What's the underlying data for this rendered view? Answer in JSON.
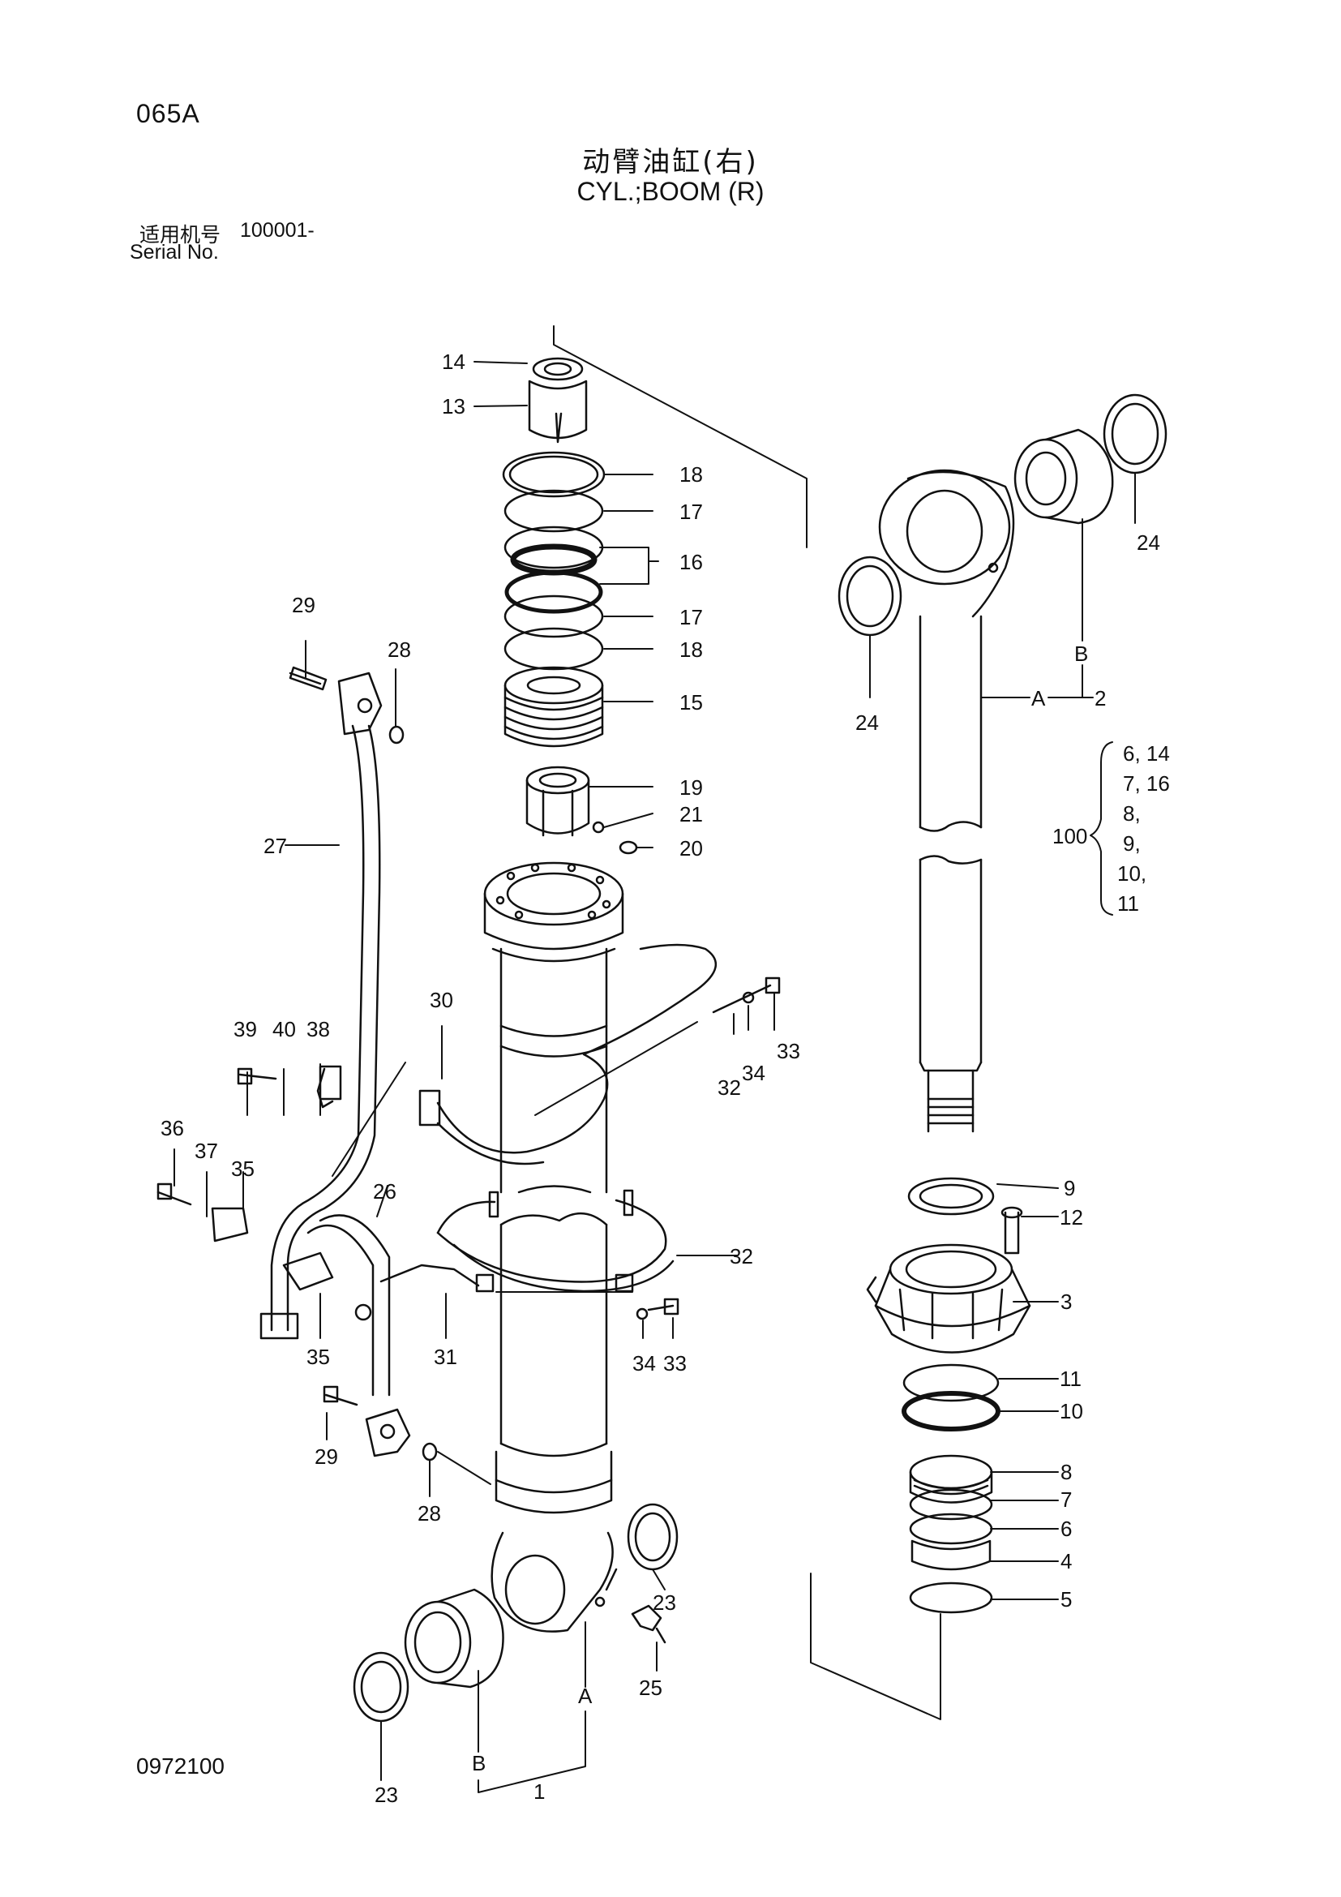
{
  "header": {
    "page_code": "065A",
    "title_cn": "动臂油缸(右)",
    "title_en": "CYL.;BOOM (R)",
    "serial_label_cn": "适用机号",
    "serial_number": "100001-",
    "serial_label_en": "Serial No."
  },
  "footer": {
    "drawing_number": "0972100"
  },
  "callouts": [
    {
      "id": "c14",
      "text": "14"
    },
    {
      "id": "c13",
      "text": "13"
    },
    {
      "id": "c18a",
      "text": "18"
    },
    {
      "id": "c17a",
      "text": "17"
    },
    {
      "id": "c16",
      "text": "16"
    },
    {
      "id": "c17b",
      "text": "17"
    },
    {
      "id": "c18b",
      "text": "18"
    },
    {
      "id": "c15",
      "text": "15"
    },
    {
      "id": "c19",
      "text": "19"
    },
    {
      "id": "c21",
      "text": "21"
    },
    {
      "id": "c20",
      "text": "20"
    },
    {
      "id": "c29a",
      "text": "29"
    },
    {
      "id": "c28a",
      "text": "28"
    },
    {
      "id": "c27",
      "text": "27"
    },
    {
      "id": "c30",
      "text": "30"
    },
    {
      "id": "c39",
      "text": "39"
    },
    {
      "id": "c40",
      "text": "40"
    },
    {
      "id": "c38",
      "text": "38"
    },
    {
      "id": "c33a",
      "text": "33"
    },
    {
      "id": "c34a",
      "text": "34"
    },
    {
      "id": "c32a",
      "text": "32"
    },
    {
      "id": "c36",
      "text": "36"
    },
    {
      "id": "c37",
      "text": "37"
    },
    {
      "id": "c35a",
      "text": "35"
    },
    {
      "id": "c26",
      "text": "26"
    },
    {
      "id": "c32b",
      "text": "32"
    },
    {
      "id": "c35b",
      "text": "35"
    },
    {
      "id": "c31",
      "text": "31"
    },
    {
      "id": "c34b",
      "text": "34"
    },
    {
      "id": "c33b",
      "text": "33"
    },
    {
      "id": "c29b",
      "text": "29"
    },
    {
      "id": "c28b",
      "text": "28"
    },
    {
      "id": "c23a",
      "text": "23"
    },
    {
      "id": "c25",
      "text": "25"
    },
    {
      "id": "cA1",
      "text": "A"
    },
    {
      "id": "cB1",
      "text": "B"
    },
    {
      "id": "c1",
      "text": "1"
    },
    {
      "id": "c23b",
      "text": "23"
    },
    {
      "id": "c24a",
      "text": "24"
    },
    {
      "id": "c24b",
      "text": "24"
    },
    {
      "id": "cB2",
      "text": "B"
    },
    {
      "id": "cA2",
      "text": "A"
    },
    {
      "id": "c2",
      "text": "2"
    },
    {
      "id": "c9",
      "text": "9"
    },
    {
      "id": "c12",
      "text": "12"
    },
    {
      "id": "c3",
      "text": "3"
    },
    {
      "id": "c11",
      "text": "11"
    },
    {
      "id": "c10",
      "text": "10"
    },
    {
      "id": "c8",
      "text": "8"
    },
    {
      "id": "c7",
      "text": "7"
    },
    {
      "id": "c6",
      "text": "6"
    },
    {
      "id": "c4",
      "text": "4"
    },
    {
      "id": "c5",
      "text": "5"
    }
  ],
  "kit": {
    "number": "100",
    "lines": [
      "6, 14",
      "7, 16",
      "8,",
      "9,",
      "10,",
      "11"
    ]
  }
}
